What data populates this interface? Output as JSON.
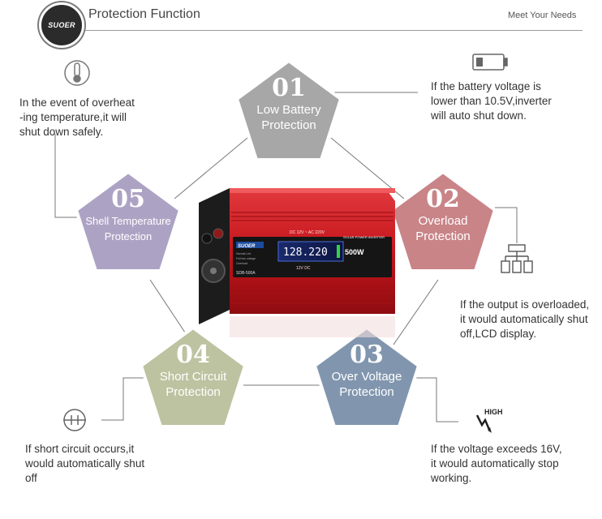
{
  "header": {
    "title": "Protection Function",
    "tagline": "Meet Your Needs",
    "logo_text": "SUOER"
  },
  "colors": {
    "low_battery": "#a7a7a7",
    "overload": "#c98488",
    "over_voltage": "#8196ae",
    "short_circuit": "#bdc3a0",
    "shell_temperature": "#aca3c4",
    "inverter_red": "#d11f24",
    "connector": "#555555"
  },
  "protections": [
    {
      "number": "01",
      "title": "Low Battery\nProtection",
      "description": "If the battery voltage is\nlower than 10.5V,inverter\nwill auto shut down.",
      "icon": "battery-icon"
    },
    {
      "number": "02",
      "title": "Overload\nProtection",
      "description": "If the output is overloaded,\nit would automatically shut\noff,LCD display.",
      "icon": "hierarchy-icon"
    },
    {
      "number": "03",
      "title": "Over Voltage\nProtection",
      "description": "If the voltage exceeds 16V,\nit would automatically stop\nworking.",
      "icon": "high-voltage-icon",
      "icon_label": "HIGH"
    },
    {
      "number": "04",
      "title": "Short Circuit\nProtection",
      "description": "If short circuit occurs,it\nwould automatically shut\noff",
      "icon": "short-circuit-icon"
    },
    {
      "number": "05",
      "title": "Shell Temperature\nProtection",
      "description": "In the event of overheat\n-ing temperature,it will\nshut down safely.",
      "icon": "thermometer-icon"
    }
  ],
  "inverter": {
    "brand": "SUOER",
    "model": "SDB-500A",
    "power": "500W",
    "voltage_label": "DC 12V ~ AC 220V",
    "lcd_reading": "128.220",
    "input_label": "12V DC",
    "panel_title": "SOLAR POWER INVERTER",
    "indicators": [
      "Normal Led",
      "Full low voltage",
      "Overload"
    ]
  }
}
